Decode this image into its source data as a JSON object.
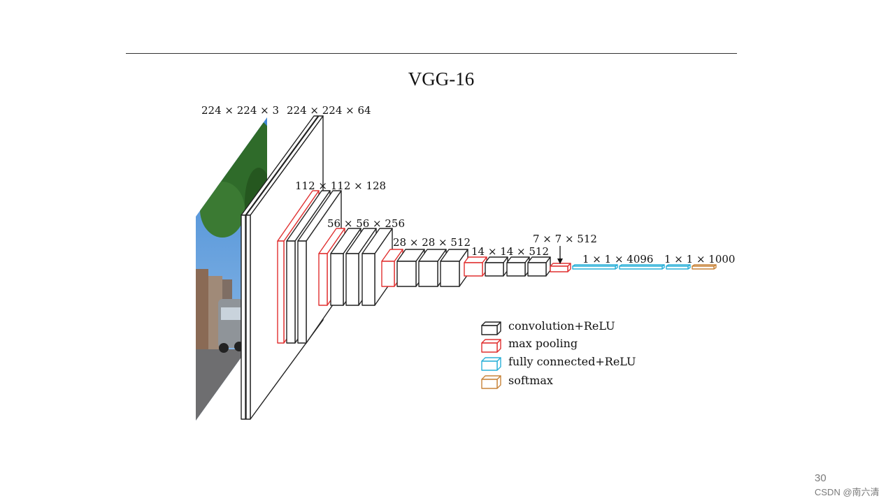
{
  "slide": {
    "title": "VGG-16",
    "slide_number": "30",
    "watermark": "CSDN @南六清"
  },
  "diagram": {
    "dimension_labels": {
      "input": "224 × 224 × 3",
      "conv1": "224 × 224 × 64",
      "conv2": "112 × 112 × 128",
      "conv3": "56 × 56 × 256",
      "conv4": "28 × 28 × 512",
      "conv5": "14 × 14 × 512",
      "pool5": "7 × 7 × 512",
      "fc": "1 × 1 × 4096",
      "softmax": "1 × 1 × 1000"
    },
    "legend": [
      {
        "label": "convolution+ReLU",
        "color": "#222222"
      },
      {
        "label": "max pooling",
        "color": "#e03030"
      },
      {
        "label": "fully connected+ReLU",
        "color": "#2ab0d8"
      },
      {
        "label": "softmax",
        "color": "#c8843a"
      }
    ],
    "colors": {
      "conv": "#222222",
      "pool": "#e03030",
      "fc": "#2ab0d8",
      "softmax": "#c8843a",
      "sky": "#4d8fd6",
      "foliage": "#2f6b2a",
      "building": "#8a6a55",
      "road": "#6e6e70"
    }
  }
}
